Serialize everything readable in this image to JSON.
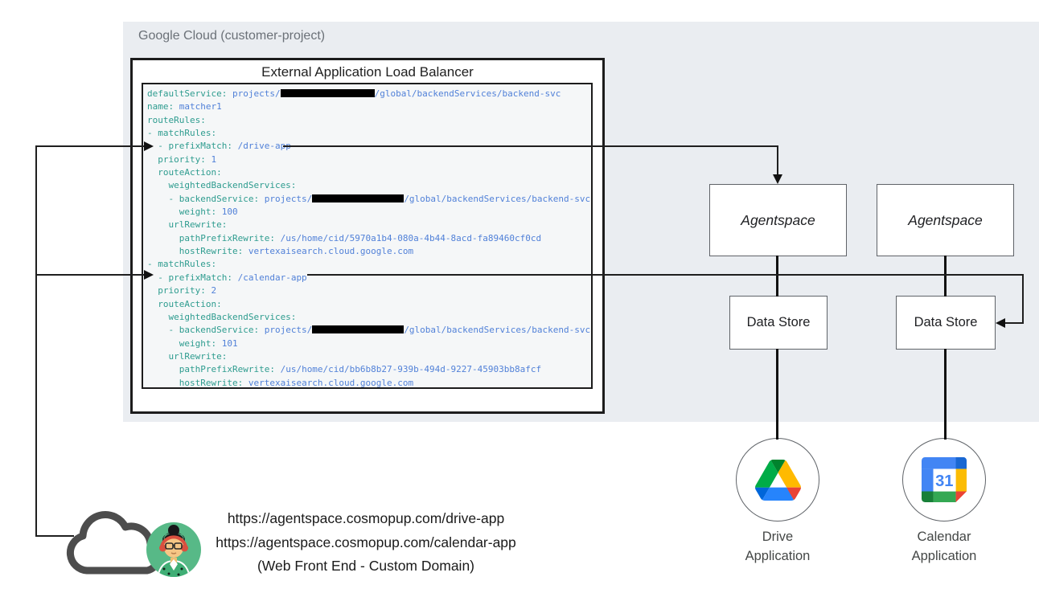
{
  "panel": {
    "label": "Google Cloud (customer-project)"
  },
  "load_balancer": {
    "title": "External Application Load Balancer",
    "code_lines": [
      [
        [
          "k",
          "defaultService:"
        ],
        [
          "v",
          " projects/"
        ],
        [
          "r",
          117
        ],
        [
          "v",
          "/global/backendServices/backend-svc"
        ]
      ],
      [
        [
          "k",
          "name:"
        ],
        [
          "v",
          " matcher1"
        ]
      ],
      [
        [
          "k",
          "routeRules:"
        ]
      ],
      [
        [
          "k",
          "- matchRules:"
        ]
      ],
      [
        [
          "k",
          "  - prefixMatch:"
        ],
        [
          "v",
          " /drive-app"
        ]
      ],
      [
        [
          "k",
          "  priority:"
        ],
        [
          "v",
          " 1"
        ]
      ],
      [
        [
          "k",
          "  routeAction:"
        ]
      ],
      [
        [
          "k",
          "    weightedBackendServices:"
        ]
      ],
      [
        [
          "k",
          "    - backendService:"
        ],
        [
          "v",
          " projects/"
        ],
        [
          "r",
          114
        ],
        [
          "v",
          "/global/backendServices/backend-svc"
        ]
      ],
      [
        [
          "k",
          "      weight:"
        ],
        [
          "v",
          " 100"
        ]
      ],
      [
        [
          "k",
          "    urlRewrite:"
        ]
      ],
      [
        [
          "k",
          "      pathPrefixRewrite:"
        ],
        [
          "v",
          " /us/home/cid/5970a1b4-080a-4b44-8acd-fa89460cf0cd"
        ]
      ],
      [
        [
          "k",
          "      hostRewrite:"
        ],
        [
          "v",
          " vertexaisearch.cloud.google.com"
        ]
      ],
      [
        [
          "k",
          "- matchRules:"
        ]
      ],
      [
        [
          "k",
          "  - prefixMatch:"
        ],
        [
          "v",
          " /calendar-app"
        ]
      ],
      [
        [
          "k",
          "  priority:"
        ],
        [
          "v",
          " 2"
        ]
      ],
      [
        [
          "k",
          "  routeAction:"
        ]
      ],
      [
        [
          "k",
          "    weightedBackendServices:"
        ]
      ],
      [
        [
          "k",
          "    - backendService:"
        ],
        [
          "v",
          " projects/"
        ],
        [
          "r",
          114
        ],
        [
          "v",
          "/global/backendServices/backend-svc"
        ]
      ],
      [
        [
          "k",
          "      weight:"
        ],
        [
          "v",
          " 101"
        ]
      ],
      [
        [
          "k",
          "    urlRewrite:"
        ]
      ],
      [
        [
          "k",
          "      pathPrefixRewrite:"
        ],
        [
          "v",
          " /us/home/cid/bb6b8b27-939b-494d-9227-45903bb8afcf"
        ]
      ],
      [
        [
          "k",
          "      hostRewrite:"
        ],
        [
          "v",
          " vertexaisearch.cloud.google.com"
        ]
      ]
    ]
  },
  "nodes": {
    "agentspace_left": "Agentspace",
    "agentspace_right": "Agentspace",
    "datastore_left": "Data Store",
    "datastore_right": "Data Store",
    "drive_app": "Drive Application",
    "calendar_app": "Calendar Application"
  },
  "user": {
    "urls": [
      "https://agentspace.cosmopup.com/drive-app",
      "https://agentspace.cosmopup.com/calendar-app"
    ],
    "caption": "(Web Front End - Custom Domain)"
  },
  "edges": [
    "user -> prefixMatch /drive-app",
    "user -> prefixMatch /calendar-app",
    "prefixMatch /drive-app -> Agentspace (left)",
    "prefixMatch /calendar-app -> Data Store (right)",
    "Agentspace (left) - Data Store (left) - Drive Application",
    "Agentspace (right) - Data Store (right) - Calendar Application"
  ],
  "colors": {
    "panel_bg": "#eaedf1",
    "code_key": "#2e9c8f",
    "code_value": "#5181d8",
    "box_border": "#5f6368",
    "connector": "#111111",
    "google_blue": "#4285f4",
    "google_red": "#ea4335",
    "google_yellow": "#fbbc04",
    "google_green": "#34a853",
    "avatar_green": "#57b987",
    "cloud_stroke": "#4d4d4d"
  }
}
